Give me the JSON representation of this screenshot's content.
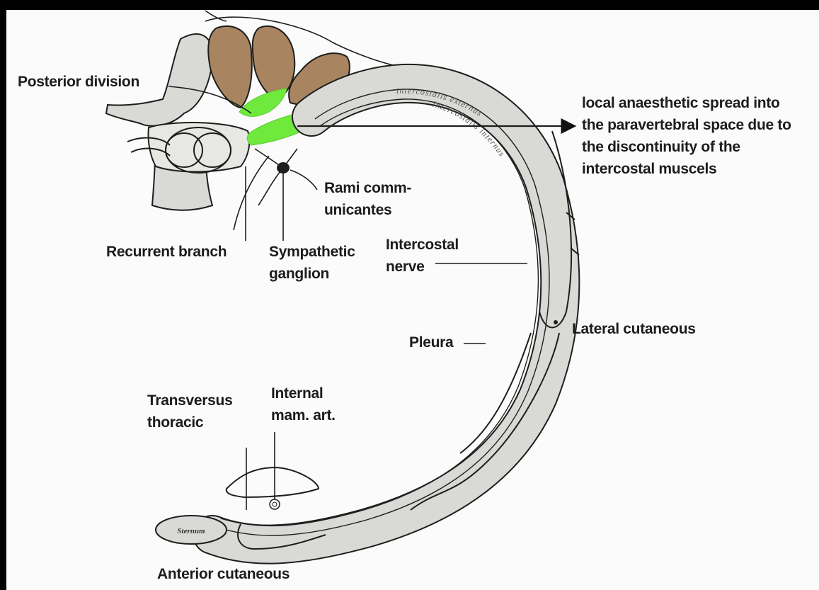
{
  "labels": {
    "posterior_division": "Posterior division",
    "local_anaesthetic": "local anaesthetic spread into\nthe paravertebral space due to\nthe discontinuity of the\nintercostal muscels",
    "rami_communicantes": "Rami comm-\nunicantes",
    "recurrent_branch": "Recurrent branch",
    "sympathetic_ganglion": "Sympathetic\nganglion",
    "intercostal_nerve": "Intercostal\nnerve",
    "lateral_cutaneous": "Lateral cutaneous",
    "pleura": "Pleura",
    "transversus_thoracic": "Transversus\nthoracic",
    "internal_mam_art": "Internal\nmam. art.",
    "anterior_cutaneous": "Anterior cutaneous"
  },
  "rib_text": {
    "external": "intercostalis externus",
    "internal": "Intercostalis internus",
    "sternum": "Sternum"
  },
  "colors": {
    "muscle": "#a88560",
    "spread_highlight": "#6fea3c",
    "bone": "#d9d9d6",
    "ink": "#1e1e1e"
  }
}
